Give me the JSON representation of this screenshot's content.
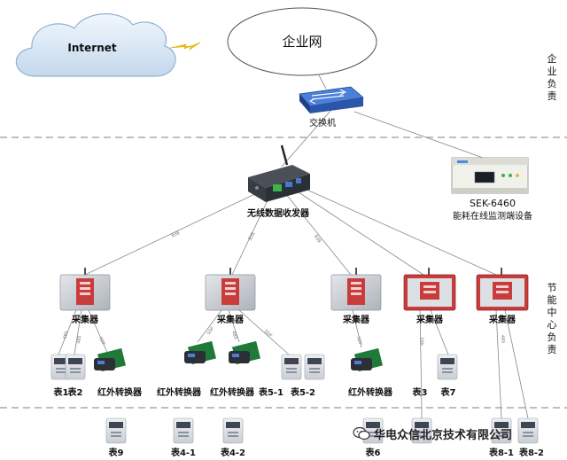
{
  "top": {
    "internet_label": "Internet",
    "enterprise_net_label": "企业网",
    "switch_label": "交换机",
    "monitor_name": "SEK-6460",
    "monitor_desc": "能耗在线监测端设备"
  },
  "side": {
    "enterprise_label": "企业负责",
    "center_label": "节能中心负责"
  },
  "hub": {
    "label": "无线数据收发器"
  },
  "collectors": {
    "c1": "采集器",
    "c2": "采集器",
    "c3": "采集器",
    "c4": "采集器",
    "c5": "采集器"
  },
  "links": {
    "wireless1": "无线",
    "wireless2": "无线",
    "wireless3": "无线",
    "c1a": "485",
    "c1b": "485",
    "c1c": "SDF",
    "c2a": "SDF",
    "c2b": "485",
    "c2c": "SDF",
    "c3a": "SDF",
    "c4a": "485",
    "c5a": "485"
  },
  "devices": {
    "m1": "表1",
    "m2": "表2",
    "ir1": "红外转换器",
    "ir2": "红外转换器",
    "ir3": "红外转换器",
    "m51": "表5-1",
    "m52": "表5-2",
    "ir4": "红外转换器",
    "m3": "表3",
    "m7": "表7",
    "m9": "表9",
    "m41": "表4-1",
    "m42": "表4-2",
    "m6": "表6",
    "m81": "表8-1",
    "m82": "表8-2"
  },
  "watermark": {
    "text": "华电众信北京技术有限公司"
  },
  "colors": {
    "collector_gray": "#c8ccd2",
    "collector_red": "#c83c3c",
    "switch_blue": "#2f66c8",
    "cloud": "#dbe9f6",
    "dashed_line": "#999999"
  }
}
